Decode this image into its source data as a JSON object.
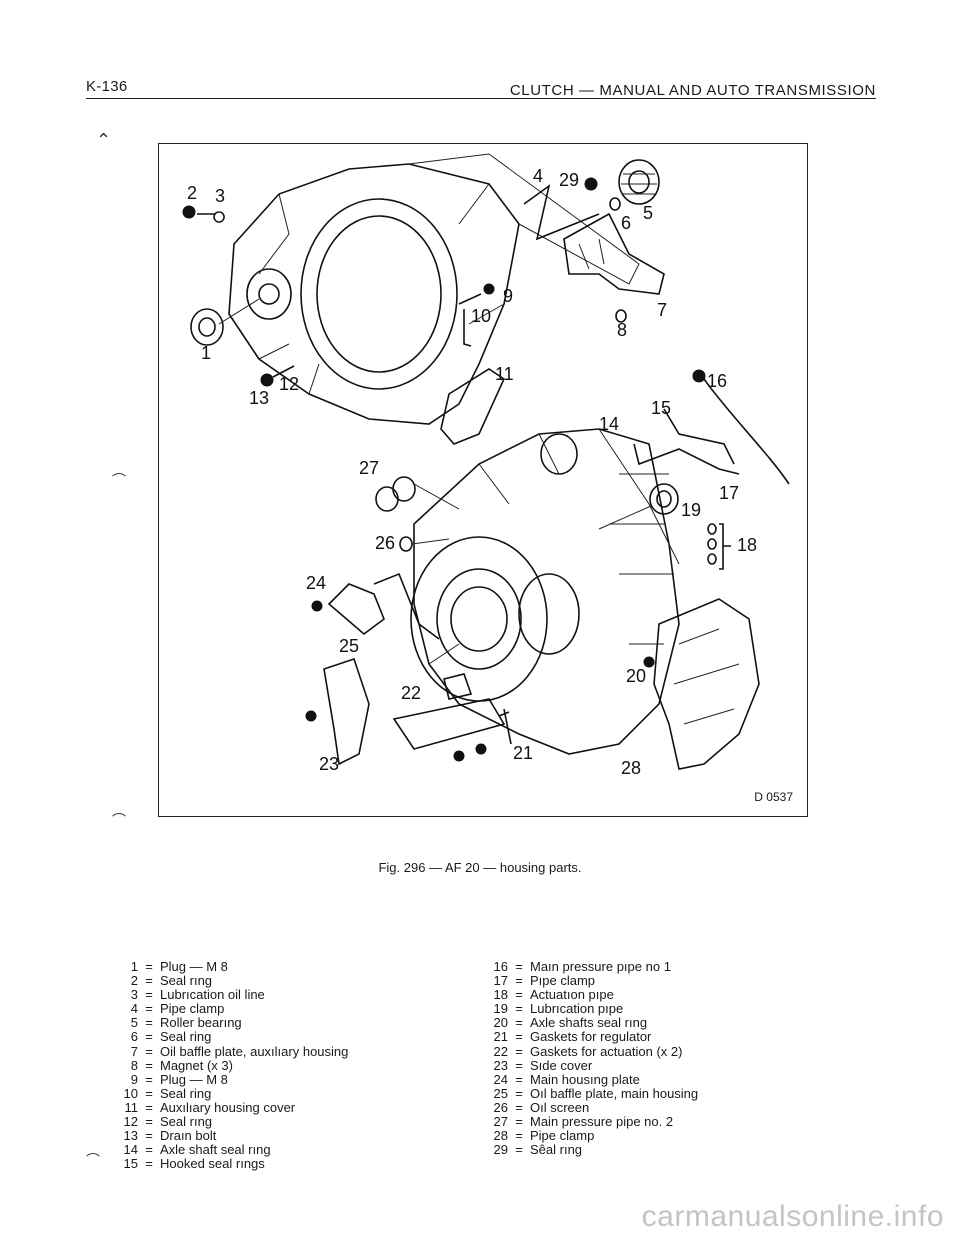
{
  "header": {
    "page_number": "K-136",
    "section_title": "CLUTCH — MANUAL AND AUTO TRANSMISSION"
  },
  "figure": {
    "code": "D 0537",
    "caption": "Fig. 296 — AF 20 — housing parts.",
    "callouts": [
      "1",
      "2",
      "3",
      "4",
      "5",
      "6",
      "7",
      "8",
      "9",
      "10",
      "11",
      "12",
      "13",
      "14",
      "15",
      "16",
      "17",
      "18",
      "19",
      "20",
      "21",
      "22",
      "23",
      "24",
      "25",
      "26",
      "27",
      "28",
      "29"
    ]
  },
  "legend": {
    "left": [
      {
        "num": "1",
        "text": "Plug — M 8"
      },
      {
        "num": "2",
        "text": "Seal rıng"
      },
      {
        "num": "3",
        "text": "Lubrıcation oil line"
      },
      {
        "num": "4",
        "text": "Pipe clamp"
      },
      {
        "num": "5",
        "text": "Roller bearıng"
      },
      {
        "num": "6",
        "text": "Seal ring"
      },
      {
        "num": "7",
        "text": "Oil baffle plate, auxılıary housing"
      },
      {
        "num": "8",
        "text": "Magnet (x 3)"
      },
      {
        "num": "9",
        "text": "Plug — M 8"
      },
      {
        "num": "10",
        "text": "Seal ring"
      },
      {
        "num": "11",
        "text": "Auxılıary housing cover"
      },
      {
        "num": "12",
        "text": "Seal rıng"
      },
      {
        "num": "13",
        "text": "Draın bolt"
      },
      {
        "num": "14",
        "text": "Axle shaft seal rıng"
      },
      {
        "num": "15",
        "text": "Hooked seal rıngs"
      }
    ],
    "right": [
      {
        "num": "16",
        "text": "Maın pressure pıpe no 1"
      },
      {
        "num": "17",
        "text": "Pıpe clamp"
      },
      {
        "num": "18",
        "text": "Actuatıon pıpe"
      },
      {
        "num": "19",
        "text": "Lubrıcation pıpe"
      },
      {
        "num": "20",
        "text": "Axle shafts seal rıng"
      },
      {
        "num": "21",
        "text": "Gaskets for regulator"
      },
      {
        "num": "22",
        "text": "Gaskets for actuation (x 2)"
      },
      {
        "num": "23",
        "text": "Sıde cover"
      },
      {
        "num": "24",
        "text": "Main housıng plate"
      },
      {
        "num": "25",
        "text": "Oıl baffle plate, main housing"
      },
      {
        "num": "26",
        "text": "Oıl screen"
      },
      {
        "num": "27",
        "text": "Main pressure pipe no. 2"
      },
      {
        "num": "28",
        "text": "Pipe clamp"
      },
      {
        "num": "29",
        "text": "Sêal rıng"
      }
    ]
  },
  "watermark": "carmanualsonline.info"
}
